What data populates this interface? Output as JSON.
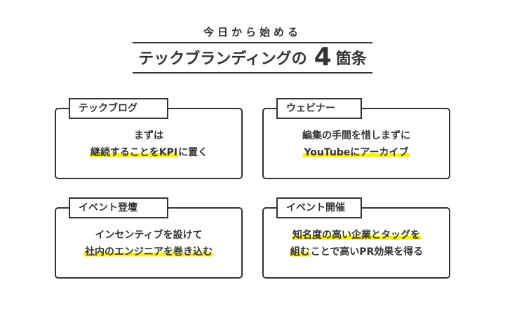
{
  "header": {
    "subtitle": "今日から始める",
    "title_main": "テックブランディングの",
    "title_number": "4",
    "title_end": "箇条"
  },
  "cards": [
    {
      "tab": "テックブログ",
      "line1": "まずは",
      "line1_highlighted": false,
      "line2": "継続することをKPIに置く",
      "line2_highlight": "継続することをKPI",
      "line2_rest": "に置く"
    },
    {
      "tab": "ウェビナー",
      "line1": "編集の手間を惜しまずに",
      "line2_highlight": "YouTubeにアーカイブ",
      "line2_rest": ""
    },
    {
      "tab": "イベント登壇",
      "line1": "インセンティブを設けて",
      "line2_highlight": "社内のエンジニアを巻き込む",
      "line2_rest": ""
    },
    {
      "tab": "イベント開催",
      "line1_highlight": "知名度の高い企業とタッグを",
      "line2_highlight": "組む",
      "line2_rest": "ことで高いPR効果を得る"
    }
  ],
  "colors": {
    "text": "#333333",
    "highlight": "#fff200",
    "background": "#ffffff"
  }
}
